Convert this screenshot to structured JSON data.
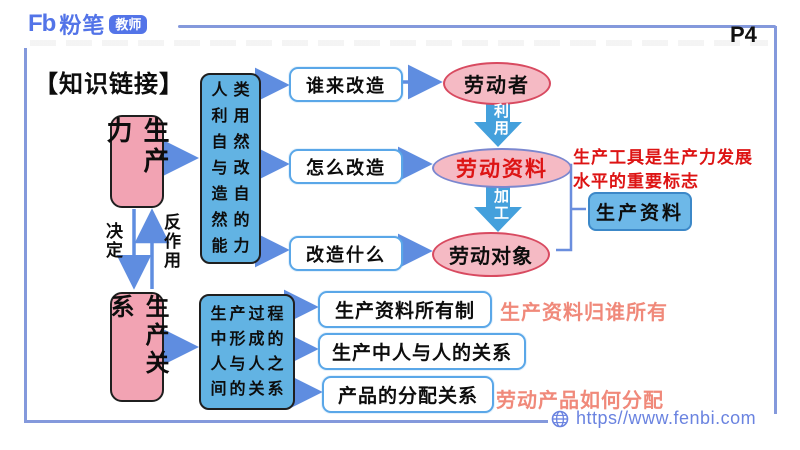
{
  "header": {
    "logo_fb": "Fb",
    "logo_brand": "粉笔",
    "logo_badge": "教师",
    "page_number": "P4"
  },
  "title": "【知识链接】",
  "productivity": {
    "node": "生产力",
    "down_label": "决定",
    "up_label": "反作用",
    "definition_lines": [
      "人类",
      "利用",
      "自然",
      "与改",
      "造自",
      "然的",
      "能力"
    ],
    "questions": [
      "谁来改造",
      "怎么改造",
      "改造什么"
    ],
    "answers": [
      "劳动者",
      "劳动资料",
      "劳动对象"
    ],
    "flow_labels": [
      "利用",
      "加工"
    ],
    "note_lines": [
      "生产工具是生产力发展",
      "水平的重要标志"
    ],
    "group_node": "生产资料"
  },
  "relations": {
    "node": "生产关系",
    "definition_lines": [
      "生产过程",
      "中形成的",
      "人与人之",
      "间的关系"
    ],
    "items": [
      "生产资料所有制",
      "生产中人与人的关系",
      "产品的分配关系"
    ],
    "annotations": [
      "生产资料归谁所有",
      "劳动产品如何分配"
    ]
  },
  "footer": {
    "globe_icon": "globe-icon",
    "url": "https//www.fenbi.com"
  },
  "colors": {
    "brand_blue": "#5374e8",
    "frame_blue": "#8499dc",
    "arrow_blue": "#5f8de0",
    "block_arrow_blue": "#44a0dc",
    "box_blue_fill": "#62b3e3",
    "box_pink_fill": "#f2a3b3",
    "ellipse_pink_fill": "#f5bac4",
    "ellipse_red_border": "#d84a60",
    "ellipse_blue_border": "#7b87cf",
    "white_box_border": "#5aa7e8",
    "red_text": "#dd1414",
    "salmon_text": "#f0897a",
    "url_blue": "#6a83e0"
  }
}
